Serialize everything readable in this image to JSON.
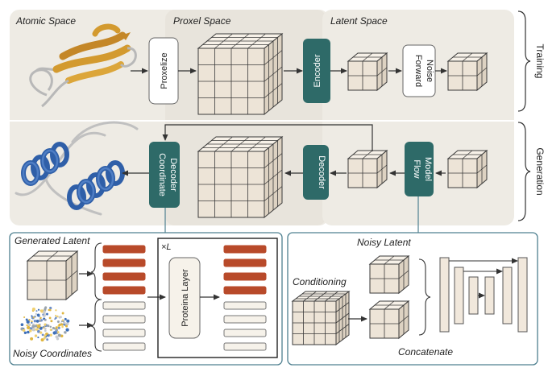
{
  "regions": {
    "atomic_space": "Atomic Space",
    "proxel_space": "Proxel Space",
    "latent_space": "Latent Space"
  },
  "modules": {
    "proxelize": "Proxelize",
    "encoder": "Encoder",
    "forward_noise": [
      "Forward",
      "Noise"
    ],
    "coordinate_decoder": [
      "Coordinate",
      "Decoder"
    ],
    "decoder": "Decoder",
    "flow_model": [
      "Flow",
      "Model"
    ]
  },
  "stages": {
    "training": "Training",
    "generation": "Generation"
  },
  "proteina_panel": {
    "generated_latent": "Generated Latent",
    "noisy_coordinates": "Noisy Coordinates",
    "repeat": "×L",
    "layer": "Proteina Layer"
  },
  "unet_panel": {
    "noisy_latent": "Noisy Latent",
    "conditioning": "Conditioning",
    "concatenate": "Concatenate"
  },
  "colors": {
    "panel_bg": "#eeebe4",
    "teal": "#2e6a68",
    "cube_face": "#ede4d7",
    "cube_line": "#3a3a3a",
    "latent_token": "#b84a2a",
    "noisy_token": "#f6f2ea",
    "helix_blue": "#2f5fa8",
    "sheet_gold": "#d39a2f",
    "frame_line": "#4f8090"
  },
  "icons": [
    "protein-sheet-icon",
    "protein-helix-icon",
    "point-cloud-icon"
  ]
}
